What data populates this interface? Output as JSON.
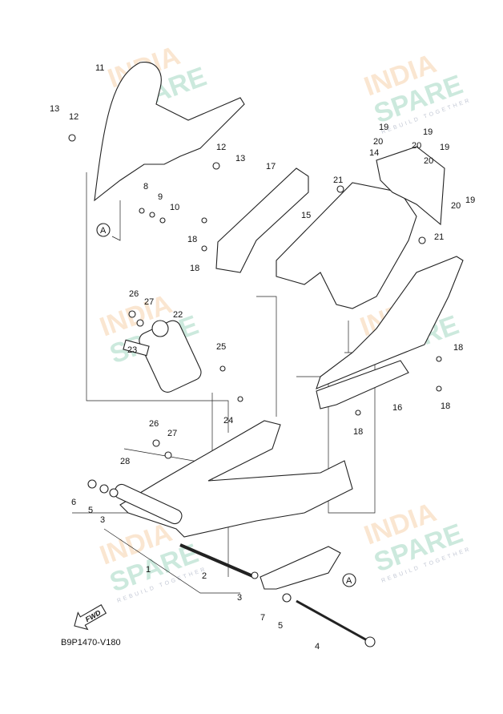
{
  "diagram_code": "B9P1470-V180",
  "fwd_label": "FWD",
  "watermark": {
    "line1": "INDIA",
    "line2": "SPARE",
    "tagline": "REBUILD TOGETHER"
  },
  "reference_marker": "A",
  "part_numbers": [
    "11",
    "13",
    "12",
    "8",
    "9",
    "10",
    "12",
    "13",
    "17",
    "19",
    "20",
    "19",
    "19",
    "20",
    "20",
    "14",
    "21",
    "15",
    "21",
    "19",
    "20",
    "18",
    "18",
    "26",
    "27",
    "22",
    "25",
    "23",
    "24",
    "18",
    "18",
    "16",
    "18",
    "26",
    "27",
    "28",
    "6",
    "5",
    "3",
    "1",
    "2",
    "3",
    "7",
    "5",
    "4"
  ]
}
